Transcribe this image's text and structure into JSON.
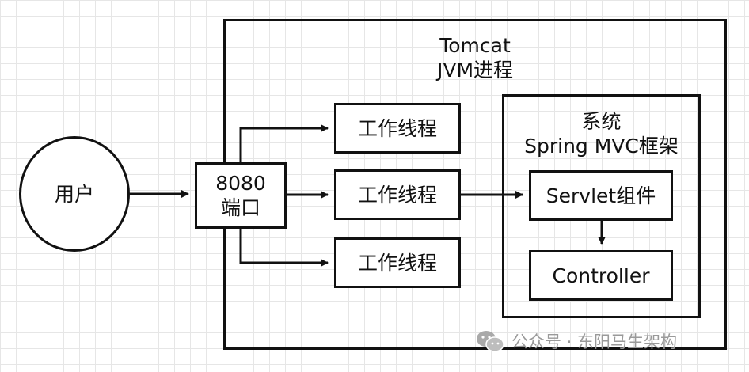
{
  "tomcat": {
    "line1": "Tomcat",
    "line2": "JVM进程"
  },
  "user": {
    "label": "用户"
  },
  "port": {
    "line1": "8080",
    "line2": "端口"
  },
  "workers": [
    "工作线程",
    "工作线程",
    "工作线程"
  ],
  "system": {
    "line1": "系统",
    "line2": "Spring MVC框架"
  },
  "servlet": {
    "label": "Servlet组件"
  },
  "controller": {
    "label": "Controller"
  },
  "watermark": {
    "icon": "wechat-icon",
    "text": "公众号 · 东阳马生架构"
  }
}
